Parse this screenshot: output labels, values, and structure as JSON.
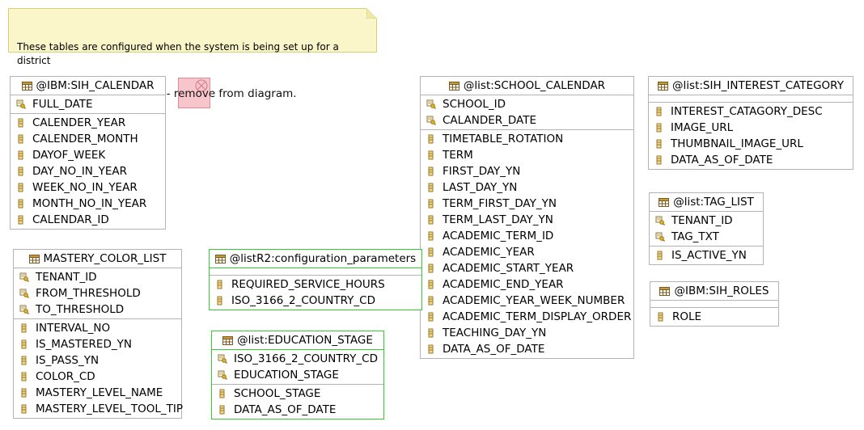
{
  "note": {
    "text": "These tables are configured when the system is being set up for a district\n."
  },
  "invalid_view": {
    "text": "- Invalid view - remove from diagram."
  },
  "entities": [
    {
      "id": "sih-calendar",
      "title": "@IBM:SIH_CALENDAR",
      "selected": false,
      "pk": [
        "FULL_DATE"
      ],
      "cols": [
        "CALENDER_YEAR",
        "CALENDER_MONTH",
        "DAYOF_WEEK",
        "DAY_NO_IN_YEAR",
        "WEEK_NO_IN_YEAR",
        "MONTH_NO_IN_YEAR",
        "CALENDAR_ID"
      ]
    },
    {
      "id": "school-calendar",
      "title": "@list:SCHOOL_CALENDAR",
      "selected": false,
      "pk": [
        "SCHOOL_ID",
        "CALANDER_DATE"
      ],
      "cols": [
        "TIMETABLE_ROTATION",
        "TERM",
        "FIRST_DAY_YN",
        "LAST_DAY_YN",
        "TERM_FIRST_DAY_YN",
        "TERM_LAST_DAY_YN",
        "ACADEMIC_TERM_ID",
        "ACADEMIC_YEAR",
        "ACADEMIC_START_YEAR",
        "ACADEMIC_END_YEAR",
        "ACADEMIC_YEAR_WEEK_NUMBER",
        "ACADEMIC_TERM_DISPLAY_ORDER",
        "TEACHING_DAY_YN",
        "DATA_AS_OF_DATE"
      ]
    },
    {
      "id": "sih-interest-category",
      "title": "@list:SIH_INTEREST_CATEGORY",
      "selected": false,
      "pk": [],
      "cols": [
        "INTEREST_CATAGORY_DESC",
        "IMAGE_URL",
        "THUMBNAIL_IMAGE_URL",
        "DATA_AS_OF_DATE"
      ]
    },
    {
      "id": "tag-list",
      "title": "@list:TAG_LIST",
      "selected": false,
      "pk": [
        "TENANT_ID",
        "TAG_TXT"
      ],
      "cols": [
        "IS_ACTIVE_YN"
      ]
    },
    {
      "id": "sih-roles",
      "title": "@IBM:SIH_ROLES",
      "selected": false,
      "pk": [],
      "cols": [
        "ROLE"
      ]
    },
    {
      "id": "mastery-color-list",
      "title": "MASTERY_COLOR_LIST",
      "selected": false,
      "pk": [
        "TENANT_ID",
        "FROM_THRESHOLD",
        "TO_THRESHOLD"
      ],
      "cols": [
        "INTERVAL_NO",
        "IS_MASTERED_YN",
        "IS_PASS_YN",
        "COLOR_CD",
        "MASTERY_LEVEL_NAME",
        "MASTERY_LEVEL_TOOL_TIP"
      ]
    },
    {
      "id": "configuration-parameters",
      "title": "@listR2:configuration_parameters",
      "selected": true,
      "pk": [],
      "cols": [
        "REQUIRED_SERVICE_HOURS",
        "ISO_3166_2_COUNTRY_CD"
      ]
    },
    {
      "id": "education-stage",
      "title": "@list:EDUCATION_STAGE",
      "selected": true,
      "pk": [
        "ISO_3166_2_COUNTRY_CD",
        "EDUCATION_STAGE"
      ],
      "cols": [
        "SCHOOL_STAGE",
        "DATA_AS_OF_DATE"
      ]
    }
  ]
}
